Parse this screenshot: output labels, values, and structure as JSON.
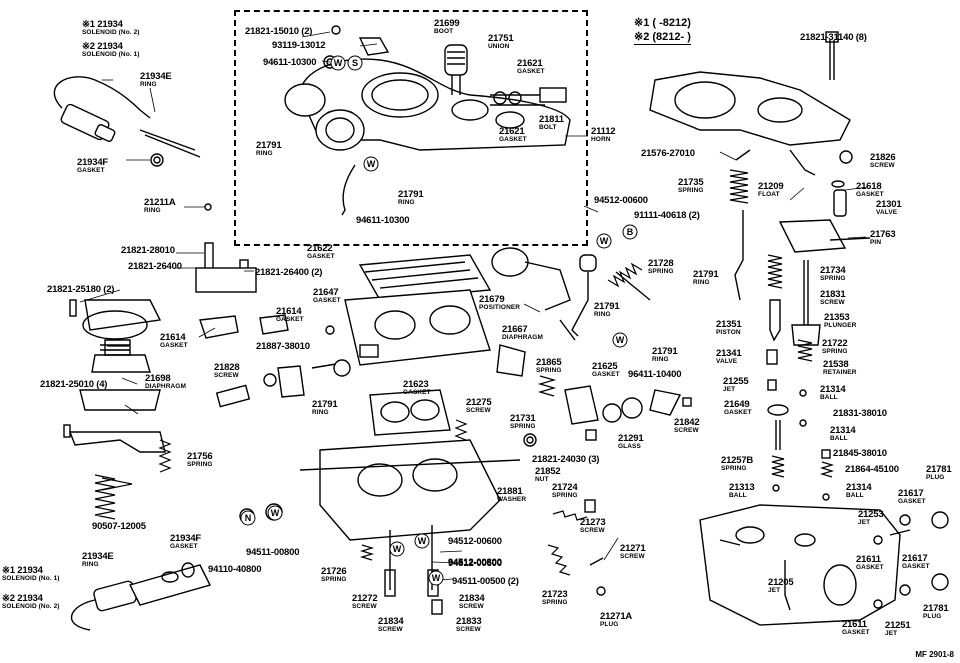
{
  "legend": {
    "star1": "※1 (      -8212)",
    "star2": "※2 (8212-       )"
  },
  "corner_code": "MF 2901-8",
  "labels": [
    {
      "id": "21934-sol2-top",
      "pn": "※1 21934",
      "name": "SOLENOID (No. 2)"
    },
    {
      "id": "21934-sol1-top",
      "pn": "※2 21934",
      "name": "SOLENOID (No. 1)"
    },
    {
      "id": "21934E-top",
      "pn": "21934E",
      "name": "RING"
    },
    {
      "id": "21934F-top",
      "pn": "21934F",
      "name": "GASKET"
    },
    {
      "id": "21211A",
      "pn": "21211A",
      "name": "RING"
    },
    {
      "id": "21821-28010",
      "pn": "21821-28010",
      "name": ""
    },
    {
      "id": "21821-26400",
      "pn": "21821-26400",
      "name": ""
    },
    {
      "id": "21821-26400-2",
      "pn": "21821-26400 (2)",
      "name": ""
    },
    {
      "id": "21821-25180",
      "pn": "21821-25180 (2)",
      "name": ""
    },
    {
      "id": "21614-left",
      "pn": "21614",
      "name": "GASKET"
    },
    {
      "id": "21614-mid",
      "pn": "21614",
      "name": "GASKET"
    },
    {
      "id": "21698",
      "pn": "21698",
      "name": "DIAPHRAGM"
    },
    {
      "id": "21821-25010",
      "pn": "21821-25010 (4)",
      "name": ""
    },
    {
      "id": "21756",
      "pn": "21756",
      "name": "SPRING"
    },
    {
      "id": "90507-12005",
      "pn": "90507-12005",
      "name": ""
    },
    {
      "id": "21934-sol1-bot",
      "pn": "※1 21934",
      "name": "SOLENOID (No. 1)"
    },
    {
      "id": "21934-sol2-bot",
      "pn": "※2 21934",
      "name": "SOLENOID (No. 2)"
    },
    {
      "id": "21934E-bot",
      "pn": "21934E",
      "name": "RING"
    },
    {
      "id": "21934F-bot",
      "pn": "21934F",
      "name": "GASKET"
    },
    {
      "id": "94110-40800",
      "pn": "94110-40800",
      "name": ""
    },
    {
      "id": "94511-00800",
      "pn": "94511-00800",
      "name": ""
    },
    {
      "id": "21821-15010",
      "pn": "21821-15010 (2)",
      "name": ""
    },
    {
      "id": "93119-13012",
      "pn": "93119-13012",
      "name": ""
    },
    {
      "id": "94611-10300-top",
      "pn": "94611-10300",
      "name": ""
    },
    {
      "id": "21699",
      "pn": "21699",
      "name": "BOOT"
    },
    {
      "id": "21751",
      "pn": "21751",
      "name": "UNION"
    },
    {
      "id": "21621-a",
      "pn": "21621",
      "name": "GASKET"
    },
    {
      "id": "21621-b",
      "pn": "21621",
      "name": "GASKET"
    },
    {
      "id": "21811",
      "pn": "21811",
      "name": "BOLT"
    },
    {
      "id": "21112",
      "pn": "21112",
      "name": "HORN"
    },
    {
      "id": "21791-box-left",
      "pn": "21791",
      "name": "RING"
    },
    {
      "id": "21791-box-right",
      "pn": "21791",
      "name": "RING"
    },
    {
      "id": "94611-10300-bot",
      "pn": "94611-10300",
      "name": ""
    },
    {
      "id": "21622",
      "pn": "21622",
      "name": "GASKET"
    },
    {
      "id": "21647",
      "pn": "21647",
      "name": "GASKET"
    },
    {
      "id": "21887-38010",
      "pn": "21887-38010",
      "name": ""
    },
    {
      "id": "21828",
      "pn": "21828",
      "name": "SCREW"
    },
    {
      "id": "21791-mid",
      "pn": "21791",
      "name": "RING"
    },
    {
      "id": "21679",
      "pn": "21679",
      "name": "POSITIONER"
    },
    {
      "id": "21667",
      "pn": "21667",
      "name": "DIAPHRAGM"
    },
    {
      "id": "21623",
      "pn": "21623",
      "name": "GASKET"
    },
    {
      "id": "21275",
      "pn": "21275",
      "name": "SCREW"
    },
    {
      "id": "21731",
      "pn": "21731",
      "name": "SPRING"
    },
    {
      "id": "21852",
      "pn": "21852",
      "name": "NUT"
    },
    {
      "id": "21881",
      "pn": "21881",
      "name": "WASHER"
    },
    {
      "id": "21865",
      "pn": "21865",
      "name": "SPRING"
    },
    {
      "id": "21625",
      "pn": "21625",
      "name": "GASKET"
    },
    {
      "id": "96411-10400",
      "pn": "96411-10400",
      "name": ""
    },
    {
      "id": "21291",
      "pn": "21291",
      "name": "GLASS"
    },
    {
      "id": "21842",
      "pn": "21842",
      "name": "SCREW"
    },
    {
      "id": "21821-24030",
      "pn": "21821-24030 (3)",
      "name": ""
    },
    {
      "id": "21724",
      "pn": "21724",
      "name": "SPRING"
    },
    {
      "id": "21273",
      "pn": "21273",
      "name": "SCREW"
    },
    {
      "id": "94512-00600-a",
      "pn": "94512-00600",
      "name": ""
    },
    {
      "id": "94512-00600-b",
      "pn": "94512-00600",
      "name": ""
    },
    {
      "id": "94512-00800",
      "pn": "94512-00800",
      "name": ""
    },
    {
      "id": "94511-00500",
      "pn": "94511-00500 (2)",
      "name": ""
    },
    {
      "id": "21726",
      "pn": "21726",
      "name": "SPRING"
    },
    {
      "id": "21272",
      "pn": "21272",
      "name": "SCREW"
    },
    {
      "id": "21834-a",
      "pn": "21834",
      "name": "SCREW"
    },
    {
      "id": "21834-b",
      "pn": "21834",
      "name": "SCREW"
    },
    {
      "id": "21833",
      "pn": "21833",
      "name": "SCREW"
    },
    {
      "id": "21723",
      "pn": "21723",
      "name": "SPRING"
    },
    {
      "id": "21271",
      "pn": "21271",
      "name": "SCREW"
    },
    {
      "id": "21271A",
      "pn": "21271A",
      "name": "PLUG"
    },
    {
      "id": "94512-00600-top",
      "pn": "94512-00600",
      "name": ""
    },
    {
      "id": "91111-40618",
      "pn": "91111-40618 (2)",
      "name": ""
    },
    {
      "id": "21728",
      "pn": "21728",
      "name": "SPRING"
    },
    {
      "id": "21791-right-a",
      "pn": "21791",
      "name": "RING"
    },
    {
      "id": "21791-right-b",
      "pn": "21791",
      "name": "RING"
    },
    {
      "id": "21791-right-c",
      "pn": "21791",
      "name": "RING"
    },
    {
      "id": "21821-31140",
      "pn": "21821-31140 (8)",
      "name": ""
    },
    {
      "id": "21576-27010",
      "pn": "21576-27010",
      "name": ""
    },
    {
      "id": "21826",
      "pn": "21826",
      "name": "SCREW"
    },
    {
      "id": "21735",
      "pn": "21735",
      "name": "SPRING"
    },
    {
      "id": "21209",
      "pn": "21209",
      "name": "FLOAT"
    },
    {
      "id": "21618",
      "pn": "21618",
      "name": "GASKET"
    },
    {
      "id": "21301",
      "pn": "21301",
      "name": "VALVE"
    },
    {
      "id": "21763",
      "pn": "21763",
      "name": "PIN"
    },
    {
      "id": "21734",
      "pn": "21734",
      "name": "SPRING"
    },
    {
      "id": "21831",
      "pn": "21831",
      "name": "SCREW"
    },
    {
      "id": "21353",
      "pn": "21353",
      "name": "PLUNGER"
    },
    {
      "id": "21351",
      "pn": "21351",
      "name": "PISTON"
    },
    {
      "id": "21722",
      "pn": "21722",
      "name": "SPRING"
    },
    {
      "id": "21341",
      "pn": "21341",
      "name": "VALVE"
    },
    {
      "id": "21538",
      "pn": "21538",
      "name": "RETAINER"
    },
    {
      "id": "21255",
      "pn": "21255",
      "name": "JET"
    },
    {
      "id": "21314-a",
      "pn": "21314",
      "name": "BALL"
    },
    {
      "id": "21649",
      "pn": "21649",
      "name": "GASKET"
    },
    {
      "id": "21831-38010",
      "pn": "21831-38010",
      "name": ""
    },
    {
      "id": "21314-b",
      "pn": "21314",
      "name": "BALL"
    },
    {
      "id": "21845-38010",
      "pn": "21845-38010",
      "name": ""
    },
    {
      "id": "21257B",
      "pn": "21257B",
      "name": "SPRING"
    },
    {
      "id": "21864-45100",
      "pn": "21864-45100",
      "name": ""
    },
    {
      "id": "21314-c",
      "pn": "21314",
      "name": "BALL"
    },
    {
      "id": "21313",
      "pn": "21313",
      "name": "BALL"
    },
    {
      "id": "21781-a",
      "pn": "21781",
      "name": "PLUG"
    },
    {
      "id": "21617-a",
      "pn": "21617",
      "name": "GASKET"
    },
    {
      "id": "21253",
      "pn": "21253",
      "name": "JET"
    },
    {
      "id": "21611-a",
      "pn": "21611",
      "name": "GASKET"
    },
    {
      "id": "21617-b",
      "pn": "21617",
      "name": "GASKET"
    },
    {
      "id": "21205",
      "pn": "21205",
      "name": "JET"
    },
    {
      "id": "21611-b",
      "pn": "21611",
      "name": "GASKET"
    },
    {
      "id": "21251",
      "pn": "21251",
      "name": "JET"
    },
    {
      "id": "21781-b",
      "pn": "21781",
      "name": "PLUG"
    }
  ]
}
